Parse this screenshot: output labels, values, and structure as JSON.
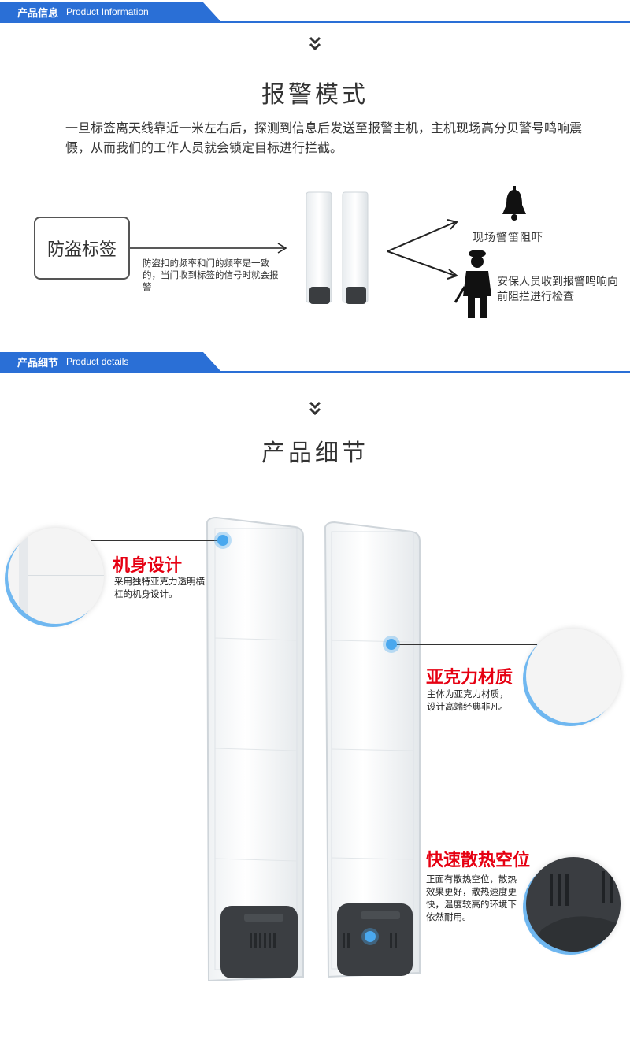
{
  "section1": {
    "title_cn": "产品信息",
    "title_en": "Product Information"
  },
  "alarm": {
    "heading": "报警模式",
    "description": "一旦标签离天线靠近一米左右后，探测到信息后发送至报警主机，主机现场高分贝警号鸣响震慑，从而我们的工作人员就会锁定目标进行拦截。",
    "tag_label": "防盗标签",
    "tag_note": "防盗扣的频率和门的频率是一致的，当门收到标签的信号时就会报警",
    "bell_label": "现场警笛阻吓",
    "guard_label": "安保人员收到报警鸣响向前阻拦进行检查"
  },
  "section2": {
    "title_cn": "产品细节",
    "title_en": "Product details"
  },
  "details": {
    "heading": "产品细节",
    "features": [
      {
        "title": "机身设计",
        "desc": "采用独特亚克力透明横杠的机身设计。"
      },
      {
        "title": "亚克力材质",
        "desc": "主体为亚克力材质，设计高端经典非凡。"
      },
      {
        "title": "快速散热空位",
        "desc": "正面有散热空位，散热效果更好，散热速度更快，温度较高的环境下依然耐用。"
      }
    ]
  },
  "icons": [
    "chevron-double-down-icon",
    "bell-icon",
    "security-guard-icon",
    "arrow-right-icon"
  ],
  "colors": {
    "accent": "#2a6fd6",
    "highlight": "#e60012",
    "dot": "#4aa8ee"
  }
}
